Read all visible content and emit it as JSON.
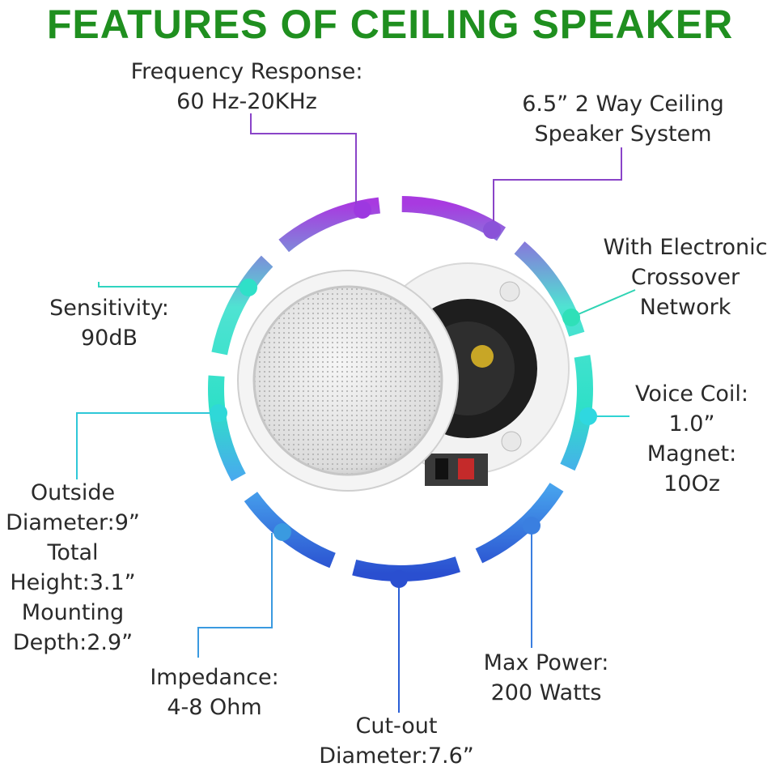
{
  "title": "FEATURES OF CEILING SPEAKER",
  "colors": {
    "title": "#1f8f1f",
    "purple": "#9d38e0",
    "teal": "#2fe0c8",
    "blue": "#2a5fd6"
  },
  "features": {
    "frequency": [
      "Frequency Response:",
      "60 Hz-20KHz"
    ],
    "system": [
      "6.5” 2 Way Ceiling",
      "Speaker System"
    ],
    "crossover": [
      "With Electronic",
      "Crossover",
      "Network"
    ],
    "sensitivity": [
      "Sensitivity:",
      "90dB"
    ],
    "voice_coil": [
      "Voice Coil:",
      "1.0”",
      "Magnet:",
      "10Oz"
    ],
    "dimensions": [
      "Outside",
      "Diameter:9”",
      "Total",
      "Height:3.1”",
      "Mounting",
      "Depth:2.9”"
    ],
    "impedance": [
      "Impedance:",
      "4-8 Ohm"
    ],
    "max_power": [
      "Max Power:",
      "200 Watts"
    ],
    "cutout": [
      "Cut-out",
      "Diameter:7.6”"
    ]
  }
}
